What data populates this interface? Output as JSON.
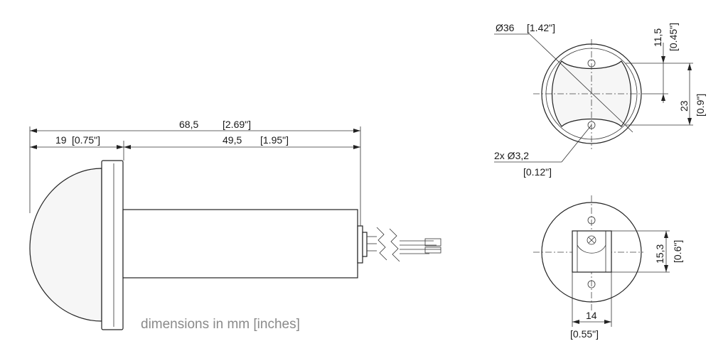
{
  "side_view": {
    "dim_overall": "68,5",
    "dim_overall_in": "[2.69\"]",
    "dim_dome": "19",
    "dim_dome_in": "[0.75\"]",
    "dim_tube": "49,5",
    "dim_tube_in": "[1.95\"]"
  },
  "front_view": {
    "dim_diameter": "Ø36",
    "dim_diameter_in": "[1.42\"]",
    "dim_offset": "11,5",
    "dim_offset_in": "[0.45\"]",
    "dim_spacing": "23",
    "dim_spacing_in": "[0.9\"]",
    "dim_holes": "2x Ø3,2",
    "dim_holes_in": "[0.12\"]"
  },
  "rear_view": {
    "dim_height": "15,3",
    "dim_height_in": "[0.6\"]",
    "dim_width": "14",
    "dim_width_in": "[0.55\"]"
  },
  "note": "dimensions in mm [inches]"
}
